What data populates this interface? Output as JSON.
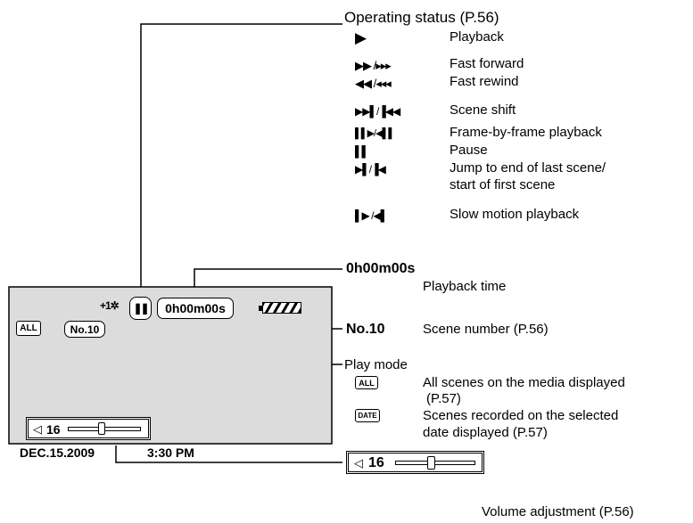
{
  "screen": {
    "fade_icon": "+1✲",
    "pause_glyph": "❚❚",
    "time": "0h00m00s",
    "play_mode_badge": "ALL",
    "scene": "No.10",
    "volume_icon": "⏶",
    "volume_value": "16",
    "date": "DEC.15.2009",
    "clock": "3:30 PM"
  },
  "operating_status": {
    "title": "Operating status (P.56)",
    "items": [
      {
        "icon": "▶",
        "label": "Playback"
      },
      {
        "icon": "▶▶ /▸▸▸",
        "label": "Fast forward"
      },
      {
        "icon": "◀◀ /◂◂◂",
        "label": "Fast rewind"
      },
      {
        "icon": "▶▶▌/▐◀◀",
        "label": "Scene shift"
      },
      {
        "icon": "▌▌▶/◀▌▌",
        "label": "Frame-by-frame playback"
      },
      {
        "icon": "▌▌",
        "label": "Pause"
      },
      {
        "icon": "▶▌/▐◀",
        "label": "Jump to end of last scene/"
      },
      {
        "icon": "",
        "label": "start of first scene"
      },
      {
        "icon": "▌▶ /◀▌",
        "label": "Slow motion playback"
      }
    ]
  },
  "playback_time": {
    "value": "0h00m00s",
    "label": "Playback time"
  },
  "scene_number": {
    "value": "No.10",
    "label": "Scene number (P.56)"
  },
  "play_mode": {
    "title": "Play mode",
    "items": [
      {
        "badge": "ALL",
        "line1": "All scenes on the media displayed",
        "line2": "(P.57)"
      },
      {
        "badge": "DATE",
        "line1": "Scenes recorded on the selected",
        "line2": "date displayed (P.57)"
      }
    ]
  },
  "volume": {
    "value": "16",
    "label": "Volume adjustment (P.56)"
  }
}
